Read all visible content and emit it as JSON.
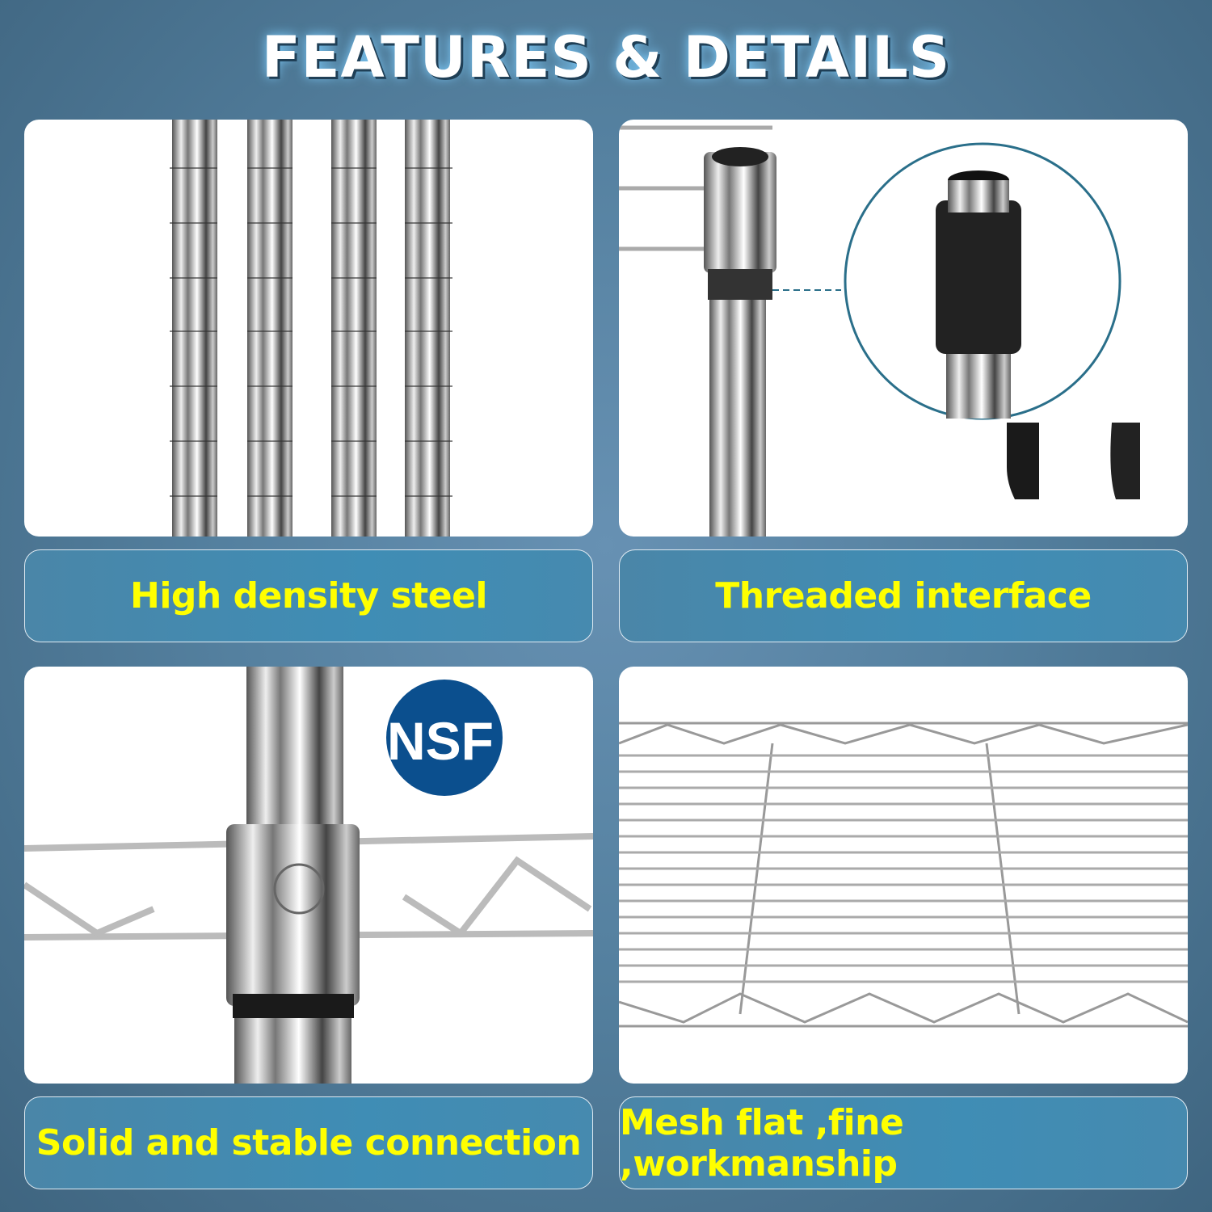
{
  "title": "FEATURES & DETAILS",
  "features": [
    {
      "caption": "High density steel"
    },
    {
      "caption": "Threaded interface"
    },
    {
      "caption": "Solid and stable connection",
      "badge": "NSF"
    },
    {
      "caption": "Mesh flat ,fine ,workmanship"
    }
  ],
  "colors": {
    "caption_text": "#ffff00",
    "caption_bg": "#3f8db5",
    "badge": "#0b4f8e"
  }
}
